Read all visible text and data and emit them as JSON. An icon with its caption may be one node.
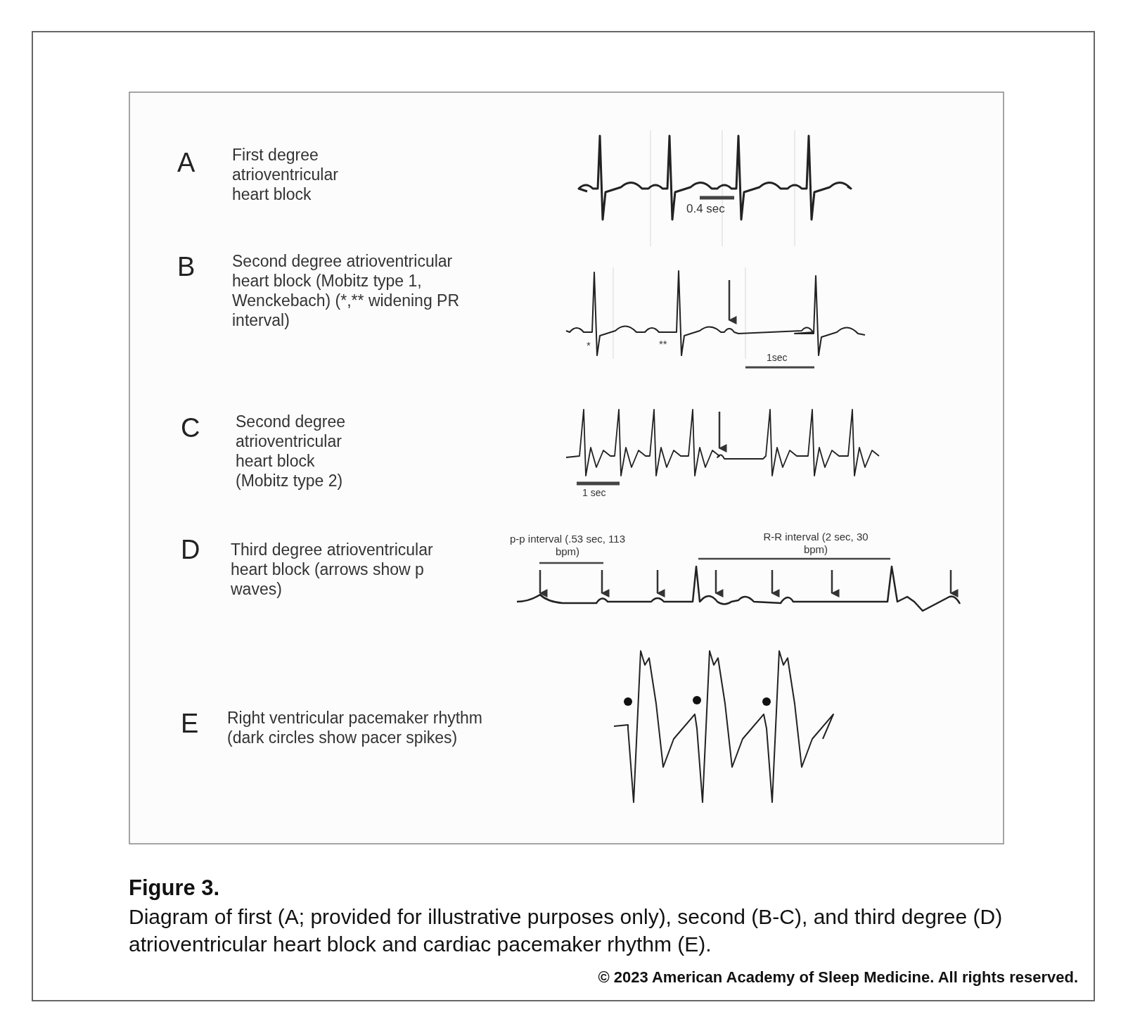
{
  "diagram": {
    "title": "Figure 3.",
    "caption": "Diagram of first (A; provided for illustrative purposes only), second (B-C), and third degree (D) atrioventricular heart block and cardiac pacemaker rhythm (E).",
    "labels": [
      "A",
      "First degree atrioventricular heart block",
      "0.4 sec",
      "B",
      "Second degree atrioventricular heart block (Mobitz type 1, Wenckebach) (*,** widening PR interval)",
      "*",
      "**",
      "1sec",
      "C",
      "Second degree atrioventricular heart block (Mobitz type 2)",
      "1 sec",
      "D",
      "Third degree atrioventricular heart block (arrows show p waves)",
      "p-p interval (.53 sec, 113 bpm)",
      "R-R interval (2 sec, 30 bpm)",
      "E",
      "Right ventricular pacemaker rhythm (dark circles show pacer spikes)",
      "© 2023 American Academy of Sleep Medicine. All rights reserved."
    ]
  }
}
